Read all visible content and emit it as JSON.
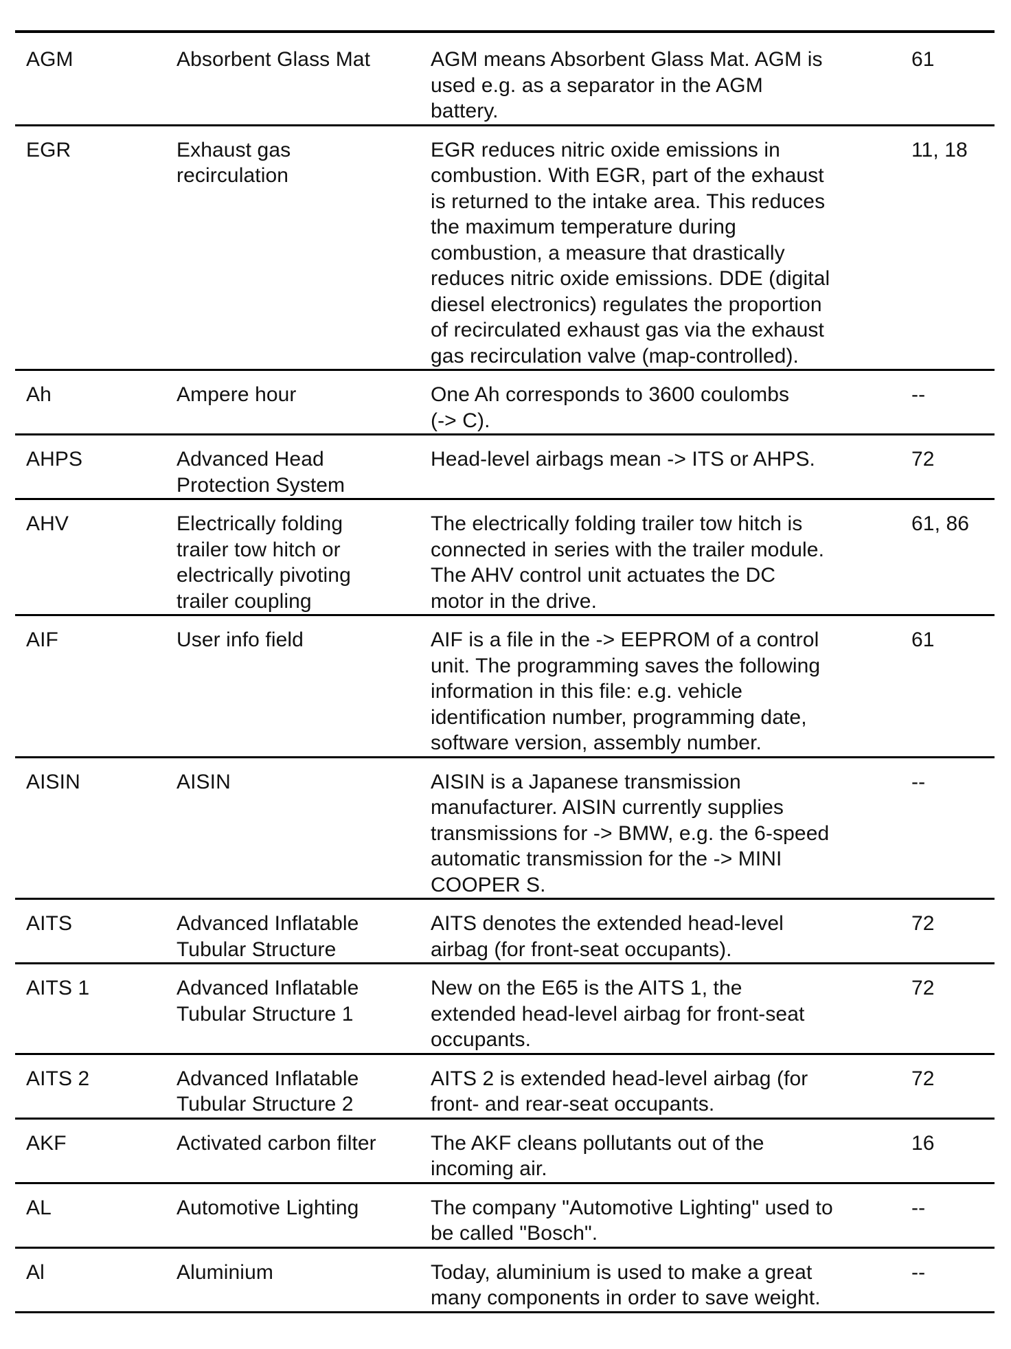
{
  "rows": [
    {
      "abbr": "AGM",
      "term": "Absorbent Glass Mat",
      "desc": "AGM means Absorbent Glass Mat. AGM is\nused e.g. as a separator in the AGM\nbattery.",
      "ref": "61"
    },
    {
      "abbr": "EGR",
      "term": "Exhaust gas\nrecirculation",
      "desc": "EGR reduces nitric oxide emissions in\ncombustion. With EGR, part of the exhaust\nis returned to the intake area. This reduces\nthe maximum temperature during\ncombustion, a measure that drastically\nreduces nitric oxide emissions. DDE (digital\ndiesel electronics) regulates the proportion\nof recirculated exhaust gas via the exhaust\ngas recirculation valve (map-controlled).",
      "ref": "11, 18"
    },
    {
      "abbr": "Ah",
      "term": "Ampere hour",
      "desc": "One Ah corresponds to 3600 coulombs\n(-> C).",
      "ref": "--"
    },
    {
      "abbr": "AHPS",
      "term": "Advanced Head\nProtection System",
      "desc": "Head-level airbags mean -> ITS or AHPS.",
      "ref": "72"
    },
    {
      "abbr": "AHV",
      "term": "Electrically folding\ntrailer tow hitch or\nelectrically pivoting\ntrailer coupling",
      "desc": "The electrically folding trailer tow hitch is\nconnected in series with the trailer module.\nThe AHV control unit actuates the DC\nmotor in the drive.",
      "ref": "61, 86"
    },
    {
      "abbr": "AIF",
      "term": "User info field",
      "desc": "AIF is a file in the -> EEPROM of a control\nunit. The programming saves the following\ninformation in this file: e.g. vehicle\nidentification number, programming date,\nsoftware version, assembly number.",
      "ref": "61"
    },
    {
      "abbr": "AISIN",
      "term": "AISIN",
      "desc": "AISIN is a Japanese transmission\nmanufacturer. AISIN currently supplies\ntransmissions for -> BMW, e.g. the 6-speed\nautomatic transmission for the -> MINI\nCOOPER S.",
      "ref": "--"
    },
    {
      "abbr": "AITS",
      "term": "Advanced Inflatable\nTubular Structure",
      "desc": "AITS denotes the extended head-level\nairbag (for front-seat occupants).",
      "ref": "72"
    },
    {
      "abbr": "AITS 1",
      "term": "Advanced Inflatable\nTubular Structure 1",
      "desc": "New on the E65 is the AITS 1, the\nextended head-level airbag for front-seat\noccupants.",
      "ref": "72"
    },
    {
      "abbr": "AITS 2",
      "term": "Advanced Inflatable\nTubular Structure 2",
      "desc": "AITS 2 is extended head-level airbag (for\nfront- and rear-seat occupants.",
      "ref": "72"
    },
    {
      "abbr": "AKF",
      "term": "Activated carbon filter",
      "desc": "The AKF cleans pollutants out of the\nincoming air.",
      "ref": "16"
    },
    {
      "abbr": "AL",
      "term": "Automotive Lighting",
      "desc": "The company \"Automotive Lighting\" used to\nbe called \"Bosch\".",
      "ref": "--"
    },
    {
      "abbr": "Al",
      "term": "Aluminium",
      "desc": "Today, aluminium is used to make a great\nmany components in order to save weight.",
      "ref": "--"
    }
  ]
}
